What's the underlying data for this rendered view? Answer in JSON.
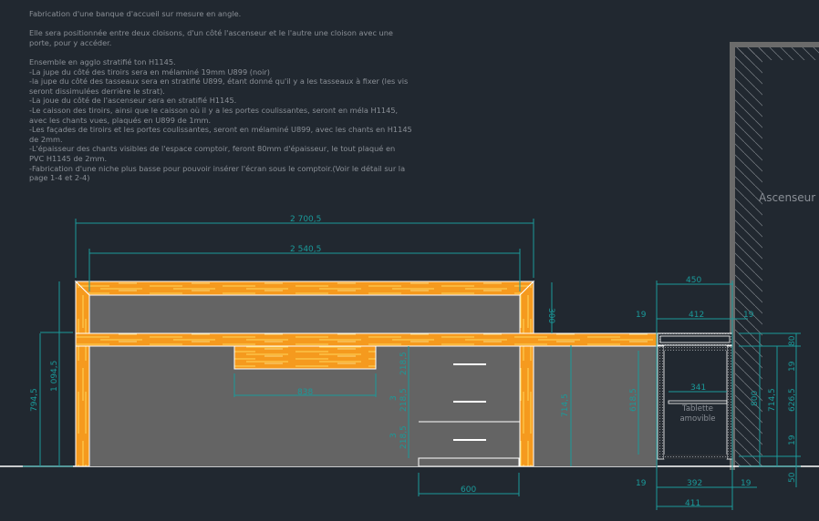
{
  "notes": {
    "title": "Fabrication d'une banque d'accueil sur mesure en angle.",
    "intro": "Elle sera positionnée entre deux cloisons, d'un côté l'ascenseur et le l'autre une cloison avec une porte, pour y accéder.",
    "lines": [
      "Ensemble en agglo stratifié ton H1145.",
      "-La jupe du côté des tiroirs sera en mélaminé 19mm U899 (noir)",
      "-la jupe du côté des tasseaux sera en stratifié U899, étant donné qu'il y a les tasseaux à fixer (les vis seront dissimulées derrière le strat).",
      "-La joue du côté de l'ascenseur sera en stratifié H1145.",
      "-Le caisson des tiroirs, ainsi que le caisson où il y a les portes coulissantes, seront en méla H1145, avec les chants vues, plaqués en U899 de 1mm.",
      "-Les façades de tiroirs et les portes coulissantes, seront en mélaminé U899, avec les chants en H1145 de 2mm.",
      "-L'épaisseur des chants visibles de l'espace comptoir, feront 80mm d'épaisseur, le tout plaqué en PVC H1145 de 2mm.",
      "-Fabrication d'une niche plus basse pour pouvoir insérer l'écran sous le comptoir.(Voir le détail sur la page 1-4 et 2-4)"
    ]
  },
  "labels": {
    "elevator": "Ascenseur",
    "shelf_line1": "Tablette",
    "shelf_line2": "amovible"
  },
  "dimensions": {
    "overall_width": "2 700,5",
    "inner_width": "2 540,5",
    "upper_height": "300",
    "total_height": "1 094,5",
    "counter_height": "794,5",
    "niche_width": "838",
    "drawer_1": "218,5",
    "drawer_2": "218,5",
    "drawer_3": "218,5",
    "drawer_gap_1": "3",
    "drawer_gap_2": "3",
    "drawer_block_width": "600",
    "side_height": "714,5",
    "side_inner_height": "618,5",
    "end_total_width": "450",
    "end_inner_width": "412",
    "end_left_panel": "19",
    "end_right_panel": "19",
    "shelf_width": "341",
    "bottom_left_panel": "19",
    "bottom_inner": "392",
    "bottom_right_panel": "19",
    "bottom_total": "411",
    "right_top": "80",
    "right_top_panel": "19",
    "right_inner": "626,5",
    "right_bottom_panel": "19",
    "right_plinth": "50",
    "right_full": "800",
    "right_cabinet": "714,5"
  },
  "colors": {
    "background": "#212830",
    "wood": "#f59a1e",
    "wood_grain": "#ffd75a",
    "panel": "#646464",
    "dimension": "#1a9a9a",
    "outline": "#ffffff",
    "wall": "#6b6b6b"
  }
}
